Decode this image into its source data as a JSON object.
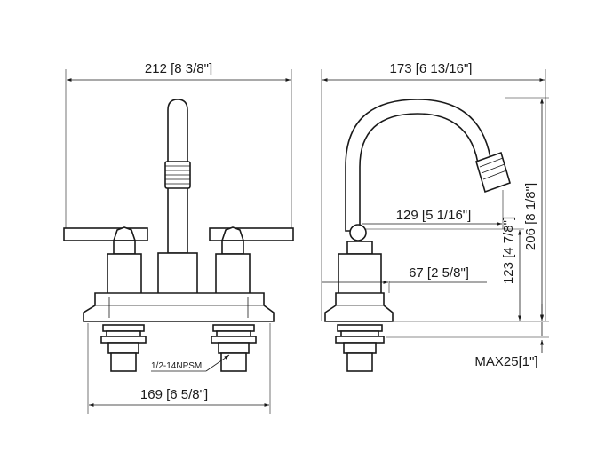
{
  "dimensions": {
    "front_width": "212 [8 3/8\"]",
    "side_width": "173 [6 13/16\"]",
    "spout_reach": "129 [5 1/16\"]",
    "handle_offset": "67 [2 5/8\"]",
    "spout_height": "123 [4 7/8\"]",
    "overall_height": "206 [8 1/8\"]",
    "max_deck": "MAX25[1\"]",
    "center_spread": "169 [6 5/8\"]"
  },
  "notes": {
    "thread": "1/2-14NPSM"
  }
}
